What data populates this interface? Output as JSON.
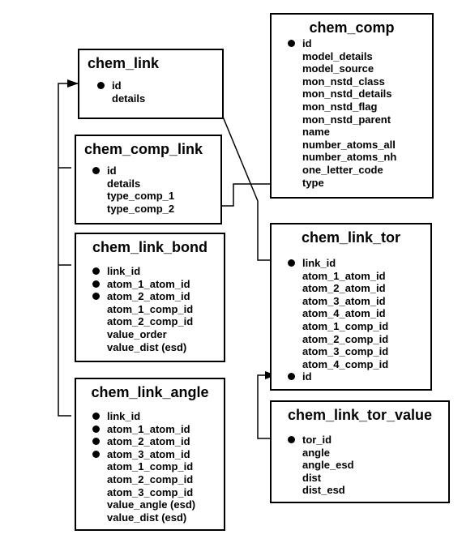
{
  "tables": [
    {
      "id": "chem_comp",
      "title": "chem_comp",
      "items": [
        {
          "label": "id",
          "key": true
        },
        {
          "label": "model_details",
          "key": false
        },
        {
          "label": "model_source",
          "key": false
        },
        {
          "label": "mon_nstd_class",
          "key": false
        },
        {
          "label": "mon_nstd_details",
          "key": false
        },
        {
          "label": "mon_nstd_flag",
          "key": false
        },
        {
          "label": "mon_nstd_parent",
          "key": false
        },
        {
          "label": "name",
          "key": false
        },
        {
          "label": "number_atoms_all",
          "key": false
        },
        {
          "label": "number_atoms_nh",
          "key": false
        },
        {
          "label": "one_letter_code",
          "key": false
        },
        {
          "label": "type",
          "key": false
        }
      ]
    },
    {
      "id": "chem_link",
      "title": "chem_link",
      "items": [
        {
          "label": "id",
          "key": true
        },
        {
          "label": "details",
          "key": false
        }
      ]
    },
    {
      "id": "chem_comp_link",
      "title": "chem_comp_link",
      "items": [
        {
          "label": "id",
          "key": true
        },
        {
          "label": "details",
          "key": false
        },
        {
          "label": "type_comp_1",
          "key": false
        },
        {
          "label": "type_comp_2",
          "key": false
        }
      ]
    },
    {
      "id": "chem_link_bond",
      "title": "chem_link_bond",
      "items": [
        {
          "label": "link_id",
          "key": true
        },
        {
          "label": "atom_1_atom_id",
          "key": true
        },
        {
          "label": "atom_2_atom_id",
          "key": true
        },
        {
          "label": "atom_1_comp_id",
          "key": false
        },
        {
          "label": "atom_2_comp_id",
          "key": false
        },
        {
          "label": "value_order",
          "key": false
        },
        {
          "label": "value_dist (esd)",
          "key": false
        }
      ]
    },
    {
      "id": "chem_link_angle",
      "title": "chem_link_angle",
      "items": [
        {
          "label": "link_id",
          "key": true
        },
        {
          "label": "atom_1_atom_id",
          "key": true
        },
        {
          "label": "atom_2_atom_id",
          "key": true
        },
        {
          "label": "atom_3_atom_id",
          "key": true
        },
        {
          "label": "atom_1_comp_id",
          "key": false
        },
        {
          "label": "atom_2_comp_id",
          "key": false
        },
        {
          "label": "atom_3_comp_id",
          "key": false
        },
        {
          "label": "value_angle (esd)",
          "key": false
        },
        {
          "label": "value_dist (esd)",
          "key": false
        }
      ]
    },
    {
      "id": "chem_link_tor",
      "title": "chem_link_tor",
      "items": [
        {
          "label": "link_id",
          "key": true
        },
        {
          "label": "atom_1_atom_id",
          "key": false
        },
        {
          "label": "atom_2_atom_id",
          "key": false
        },
        {
          "label": "atom_3_atom_id",
          "key": false
        },
        {
          "label": "atom_4_atom_id",
          "key": false
        },
        {
          "label": "atom_1_comp_id",
          "key": false
        },
        {
          "label": "atom_2_comp_id",
          "key": false
        },
        {
          "label": "atom_3_comp_id",
          "key": false
        },
        {
          "label": "atom_4_comp_id",
          "key": false
        },
        {
          "label": "id",
          "key": true
        }
      ]
    },
    {
      "id": "chem_link_tor_value",
      "title": "chem_link_tor_value",
      "items": [
        {
          "label": "tor_id",
          "key": true
        },
        {
          "label": "angle",
          "key": false
        },
        {
          "label": "angle_esd",
          "key": false
        },
        {
          "label": "dist",
          "key": false
        },
        {
          "label": "dist_esd",
          "key": false
        }
      ]
    }
  ]
}
